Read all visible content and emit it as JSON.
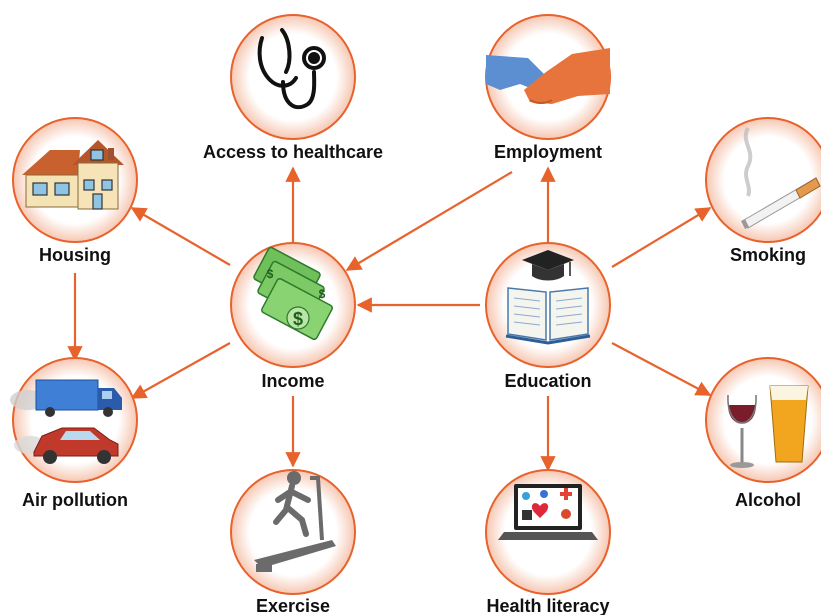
{
  "colors": {
    "arrow": "#e8622c",
    "circle_stroke": "#e8622c",
    "circle_fill_inner": "#ffffff",
    "circle_fill_outer": "#f6c7b2",
    "label": "#111111"
  },
  "nodes": {
    "access_to_healthcare": {
      "label": "Access to healthcare",
      "icon": "stethoscope-icon"
    },
    "employment": {
      "label": "Employment",
      "icon": "handshake-icon"
    },
    "housing": {
      "label": "Housing",
      "icon": "house-icon"
    },
    "income": {
      "label": "Income",
      "icon": "money-icon"
    },
    "education": {
      "label": "Education",
      "icon": "book-graduation-cap-icon"
    },
    "smoking": {
      "label": "Smoking",
      "icon": "cigarette-icon"
    },
    "air_pollution": {
      "label": "Air pollution",
      "icon": "truck-car-exhaust-icon"
    },
    "alcohol": {
      "label": "Alcohol",
      "icon": "wine-beer-icon"
    },
    "exercise": {
      "label": "Exercise",
      "icon": "treadmill-runner-icon"
    },
    "health_literacy": {
      "label": "Health literacy",
      "icon": "laptop-health-icon"
    }
  },
  "edges": [
    {
      "from": "education",
      "to": "income"
    },
    {
      "from": "education",
      "to": "employment"
    },
    {
      "from": "education",
      "to": "health_literacy"
    },
    {
      "from": "education",
      "to": "smoking"
    },
    {
      "from": "education",
      "to": "alcohol"
    },
    {
      "from": "employment",
      "to": "income"
    },
    {
      "from": "income",
      "to": "access_to_healthcare"
    },
    {
      "from": "income",
      "to": "housing"
    },
    {
      "from": "income",
      "to": "air_pollution"
    },
    {
      "from": "income",
      "to": "exercise"
    },
    {
      "from": "housing",
      "to": "air_pollution"
    }
  ]
}
